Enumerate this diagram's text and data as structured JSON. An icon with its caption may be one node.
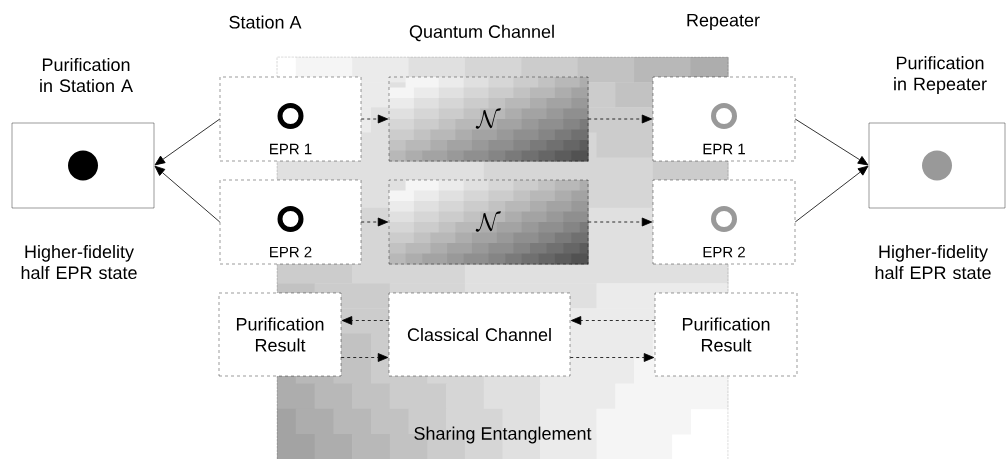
{
  "diagram": {
    "nodes": [
      {
        "text": [
          "Sharing Entanglement"
        ]
      },
      {
        "text": [
          "Purification in Station A"
        ],
        "beside": [
          "Higher-fidelity half EPR state"
        ]
      },
      {
        "text": [
          "EPR 1"
        ]
      },
      {
        "text": [
          "\\mathcal{N}"
        ],
        "in": 0
      },
      {
        "text": [
          "EPR 1"
        ]
      },
      {
        "text": [
          "EPR 2"
        ]
      },
      {
        "text": [
          "\\mathcal{N}"
        ],
        "in": 0
      },
      {
        "text": [
          "EPR 2"
        ]
      },
      {
        "text": [
          "Purification Result"
        ]
      },
      {
        "text": [
          "Classical Channel"
        ],
        "in": 0
      },
      {
        "text": [
          "Purification Result"
        ]
      },
      {
        "text": [
          "Purification in Repeater"
        ],
        "beside": [
          "Higher-fidelity half EPR state"
        ]
      }
    ],
    "edges": [
      {
        "from": 2,
        "to": 1,
        "arrow": "to"
      },
      {
        "from": 5,
        "to": 1,
        "arrow": "to"
      },
      {
        "from": 2,
        "to": 3,
        "arrow": "to",
        "style": "dashed"
      },
      {
        "from": 3,
        "to": 4,
        "arrow": "to",
        "style": "dashed"
      },
      {
        "from": 5,
        "to": 6,
        "arrow": "to",
        "style": "dashed"
      },
      {
        "from": 6,
        "to": 7,
        "arrow": "to",
        "style": "dashed"
      },
      {
        "from": 9,
        "to": 8,
        "arrow": "to",
        "style": "dashed"
      },
      {
        "from": 8,
        "to": 9,
        "arrow": "to",
        "style": "dashed"
      },
      {
        "from": 10,
        "to": 9,
        "arrow": "to",
        "style": "dashed"
      },
      {
        "from": 9,
        "to": 10,
        "arrow": "to",
        "style": "dashed"
      },
      {
        "from": 4,
        "to": 11,
        "arrow": "to"
      },
      {
        "from": 7,
        "to": 11,
        "arrow": "to"
      }
    ],
    "labels": [
      "Station A",
      "Quantum Channel",
      "Repeater"
    ]
  }
}
